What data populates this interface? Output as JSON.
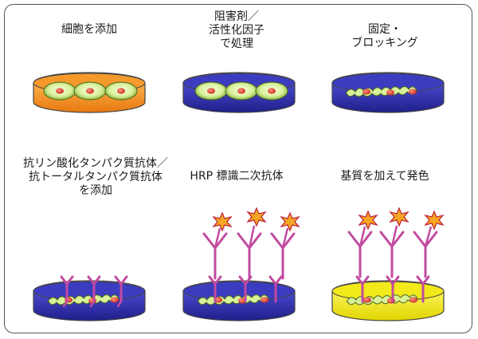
{
  "steps": [
    {
      "label": "細胞を添加"
    },
    {
      "label": "阻害剤／\n活性化因子\nで処理"
    },
    {
      "label": "固定・\nブロッキング"
    },
    {
      "label": "抗リン酸化タンパク質抗体／\n抗トータルタンパク質抗体\nを添加"
    },
    {
      "label": "HRP 標識二次抗体"
    },
    {
      "label": "基質を加えて発色"
    }
  ],
  "colors": {
    "orange_medium": "#f08a1a",
    "blue_medium": "#3a3ab8",
    "yellow_substrate": "#f2ea1a",
    "antibody": "#c24aa0",
    "hrp_star": "#f5a623"
  }
}
